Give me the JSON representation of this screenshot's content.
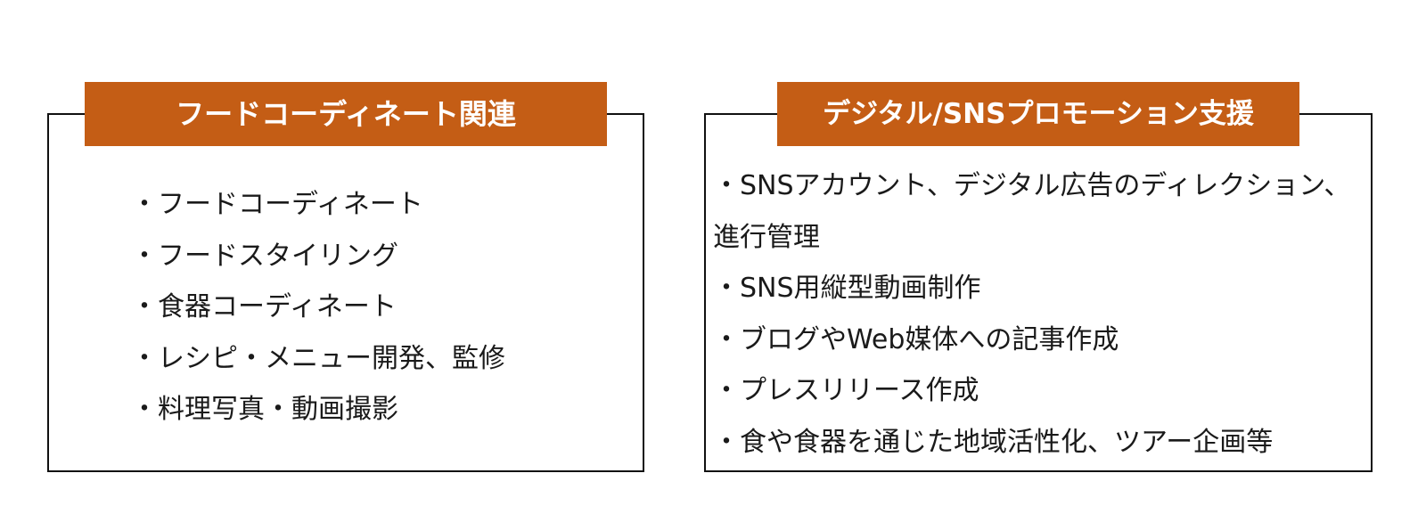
{
  "left_panel": {
    "title": "フードコーディネート関連",
    "items": [
      "フードコーディネート",
      "フードスタイリング",
      "食器コーディネート",
      "レシピ・メニュー開発、監修",
      "料理写真・動画撮影"
    ]
  },
  "right_panel": {
    "title": "デジタル/SNSプロモーション支援",
    "items": [
      "SNSアカウント、デジタル広告のディレクション、進行管理",
      "SNS用縦型動画制作",
      "ブログやWeb媒体への記事作成",
      "プレスリリース作成",
      "食や食器を通じた地域活性化、ツアー企画等"
    ]
  },
  "bullet": "・",
  "colors": {
    "header_bg": "#c45d15",
    "header_text": "#ffffff",
    "border": "#111111",
    "body_text": "#1a1a1a"
  }
}
